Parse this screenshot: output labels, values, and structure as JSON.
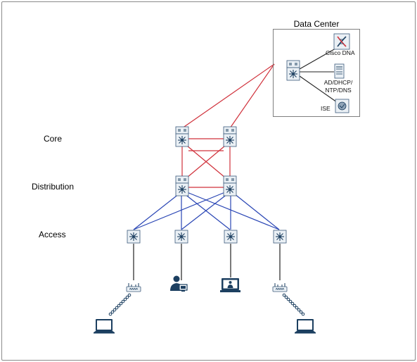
{
  "data_center": {
    "title": "Data Center",
    "services": {
      "dna": "Cisco DNA",
      "ad_line1": "AD/DHCP/",
      "ad_line2": "NTP/DNS",
      "ise": "ISE"
    }
  },
  "layers": {
    "core": "Core",
    "distribution": "Distribution",
    "access": "Access"
  },
  "colors": {
    "red_link": "#d0313b",
    "blue_link": "#2a46b5",
    "black_link": "#222222",
    "device_fill": "#eaf0f5",
    "device_stroke": "#3c5a7a",
    "icon_dark": "#1c3f60"
  },
  "icons": {
    "core_switch": "layer3-switch-icon",
    "access_switch": "access-switch-icon",
    "access_point": "wireless-access-point-icon",
    "phone_user": "ip-phone-user-icon",
    "video_endpoint": "video-endpoint-icon",
    "laptop": "laptop-icon",
    "dna_center": "cisco-dna-center-icon",
    "server": "server-icon",
    "ise": "ise-icon"
  }
}
